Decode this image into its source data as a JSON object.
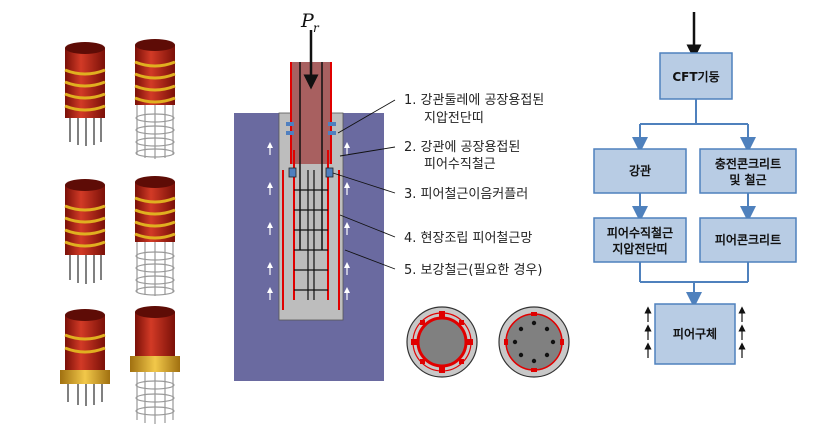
{
  "load_label": {
    "main": "P",
    "sub": "r"
  },
  "callouts": [
    {
      "line1": "1. 강관둘레에 공장용접된",
      "line2": "지압전단띠"
    },
    {
      "line1": "2. 강관에 공장용접된",
      "line2": "피어수직철근"
    },
    {
      "line1": "3. 피어철근이음커플러",
      "line2": ""
    },
    {
      "line1": "4. 현장조립 피어철근망",
      "line2": ""
    },
    {
      "line1": "5. 보강철근(필요한 경우)",
      "line2": ""
    }
  ],
  "flowchart": {
    "top": "CFT기둥",
    "left_mid": "강관",
    "right_mid_line1": "충전콘크리트",
    "right_mid_line2": "및 철근",
    "left_low_line1": "피어수직철근",
    "left_low_line2": "지압전단띠",
    "right_low": "피어콘크리트",
    "bottom": "피어구체"
  },
  "colors": {
    "steel_tube": "#b8281a",
    "concrete_pier": "#6a6aa0",
    "flow_box": "#b8cce4",
    "flow_arrow": "#4f81bd",
    "gold_band": "#d4a017"
  }
}
